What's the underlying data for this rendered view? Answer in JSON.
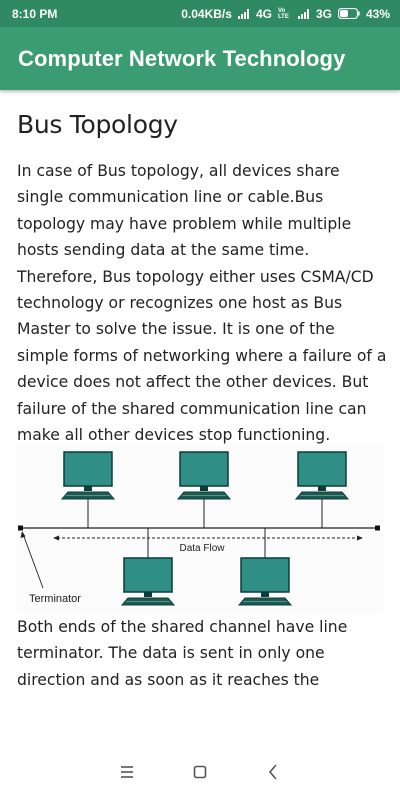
{
  "status_bar": {
    "time": "8:10 PM",
    "speed": "0.04KB/s",
    "network_1": "4G",
    "volte": "Vo LTE",
    "network_2": "3G",
    "battery": "43%"
  },
  "app_bar": {
    "title": "Computer Network Technology"
  },
  "article": {
    "heading": "Bus Topology",
    "paragraph_1": "In case of Bus topology, all devices share single communication line or cable.Bus topology may have problem while multiple hosts sending data at the same time. Therefore, Bus topology either uses CSMA/CD technology or recognizes one host as Bus Master to solve the issue. It is one of the simple forms of networking where a failure of a device does not affect the other devices. But failure of the shared communication line can make all other devices stop functioning.",
    "diagram": {
      "data_flow_label": "Data Flow",
      "terminator_label": "Terminator"
    },
    "paragraph_2": "Both ends of the shared channel have line terminator. The data is sent in only one direction and as soon as it reaches the extreme end, the"
  },
  "nav_bar": {
    "icons": [
      "menu-icon",
      "home-square-icon",
      "back-icon"
    ]
  },
  "colors": {
    "status_bar": "#2f8a62",
    "app_bar": "#3a9c70",
    "monitor_screen": "#2f8f86"
  }
}
